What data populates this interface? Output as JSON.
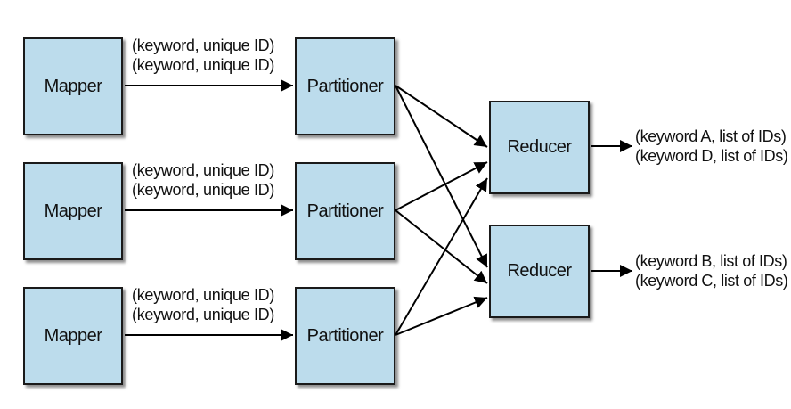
{
  "mappers": [
    {
      "label": "Mapper",
      "pairs": [
        "(keyword, unique ID)",
        "(keyword, unique ID)"
      ]
    },
    {
      "label": "Mapper",
      "pairs": [
        "(keyword, unique ID)",
        "(keyword, unique ID)"
      ]
    },
    {
      "label": "Mapper",
      "pairs": [
        "(keyword, unique ID)",
        "(keyword, unique ID)"
      ]
    }
  ],
  "partitioners": [
    {
      "label": "Partitioner"
    },
    {
      "label": "Partitioner"
    },
    {
      "label": "Partitioner"
    }
  ],
  "reducers": [
    {
      "label": "Reducer",
      "outputs": [
        "(keyword A, list of IDs)",
        "(keyword D, list of IDs)"
      ]
    },
    {
      "label": "Reducer",
      "outputs": [
        "(keyword B, list of IDs)",
        "(keyword C, list of IDs)"
      ]
    }
  ],
  "colors": {
    "box_fill": "#bcdcec",
    "border": "#1a1a1a",
    "arrow": "#000000"
  }
}
